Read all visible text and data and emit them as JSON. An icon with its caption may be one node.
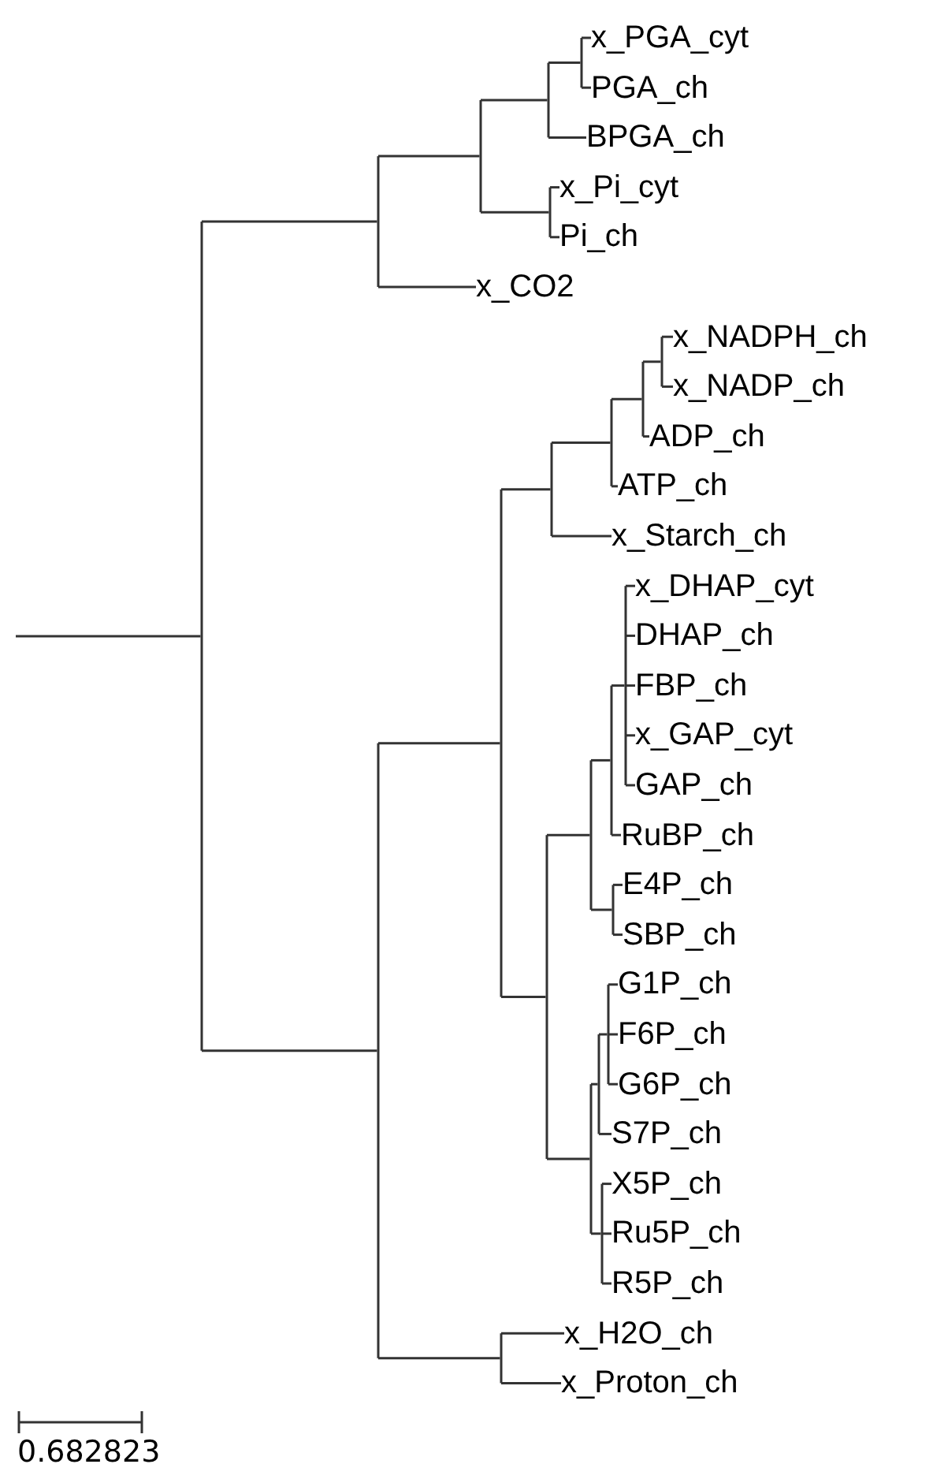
{
  "diagram": {
    "nodes": [
      {
        "text": [
          "x_PGA_cyt"
        ]
      },
      {
        "text": [
          "PGA_ch"
        ]
      },
      {
        "text": [
          "BPGA_ch"
        ]
      },
      {
        "text": [
          "x_Pi_cyt"
        ]
      },
      {
        "text": [
          "Pi_ch"
        ]
      },
      {
        "text": [
          "x_CO2"
        ]
      },
      {
        "text": [
          "x_NADPH_ch"
        ]
      },
      {
        "text": [
          "x_NADP_ch"
        ]
      },
      {
        "text": [
          "ADP_ch"
        ]
      },
      {
        "text": [
          "ATP_ch"
        ]
      },
      {
        "text": [
          "x_Starch_ch"
        ]
      },
      {
        "text": [
          "x_DHAP_cyt"
        ]
      },
      {
        "text": [
          "DHAP_ch"
        ]
      },
      {
        "text": [
          "FBP_ch"
        ]
      },
      {
        "text": [
          "x_GAP_cyt"
        ]
      },
      {
        "text": [
          "GAP_ch"
        ]
      },
      {
        "text": [
          "RuBP_ch"
        ]
      },
      {
        "text": [
          "E4P_ch"
        ]
      },
      {
        "text": [
          "SBP_ch"
        ]
      },
      {
        "text": [
          "G1P_ch"
        ]
      },
      {
        "text": [
          "F6P_ch"
        ]
      },
      {
        "text": [
          "G6P_ch"
        ]
      },
      {
        "text": [
          "S7P_ch"
        ]
      },
      {
        "text": [
          "X5P_ch"
        ]
      },
      {
        "text": [
          "Ru5P_ch"
        ]
      },
      {
        "text": [
          "R5P_ch"
        ]
      },
      {
        "text": [
          "x_H2O_ch"
        ]
      },
      {
        "text": [
          "x_Proton_ch"
        ]
      },
      {
        "text": [],
        "shape": "point"
      },
      {
        "text": [],
        "shape": "point"
      },
      {
        "text": [],
        "shape": "point"
      },
      {
        "text": [],
        "shape": "point"
      },
      {
        "text": [],
        "shape": "point"
      },
      {
        "text": [],
        "shape": "point"
      },
      {
        "text": [],
        "shape": "point"
      },
      {
        "text": [],
        "shape": "point"
      },
      {
        "text": [],
        "shape": "point"
      },
      {
        "text": [],
        "shape": "point"
      },
      {
        "text": [],
        "shape": "point"
      },
      {
        "text": [],
        "shape": "point"
      },
      {
        "text": [],
        "shape": "point"
      },
      {
        "text": [],
        "shape": "point"
      },
      {
        "text": [],
        "shape": "point"
      },
      {
        "text": [],
        "shape": "point"
      },
      {
        "text": [],
        "shape": "point"
      },
      {
        "text": [],
        "shape": "point"
      },
      {
        "text": [],
        "shape": "point"
      },
      {
        "text": [],
        "shape": "point"
      },
      {
        "text": [],
        "shape": "point"
      },
      {
        "text": [],
        "shape": "point"
      }
    ],
    "edges": [
      {
        "from": null,
        "to": 28,
        "arrow": "none"
      },
      {
        "from": 28,
        "to": 29,
        "arrow": "none"
      },
      {
        "from": 29,
        "to": 30,
        "arrow": "none"
      },
      {
        "from": 30,
        "to": 31,
        "arrow": "none"
      },
      {
        "from": 31,
        "to": 32,
        "arrow": "none"
      },
      {
        "from": 32,
        "to": 0,
        "arrow": "none"
      },
      {
        "from": 32,
        "to": 1,
        "arrow": "none"
      },
      {
        "from": 31,
        "to": 2,
        "arrow": "none"
      },
      {
        "from": 30,
        "to": 33,
        "arrow": "none"
      },
      {
        "from": 33,
        "to": 3,
        "arrow": "none"
      },
      {
        "from": 33,
        "to": 4,
        "arrow": "none"
      },
      {
        "from": 29,
        "to": 5,
        "arrow": "none"
      },
      {
        "from": 28,
        "to": 34,
        "arrow": "none"
      },
      {
        "from": 34,
        "to": 35,
        "arrow": "none"
      },
      {
        "from": 35,
        "to": 36,
        "arrow": "none"
      },
      {
        "from": 36,
        "to": 37,
        "arrow": "none"
      },
      {
        "from": 37,
        "to": 38,
        "arrow": "none"
      },
      {
        "from": 38,
        "to": 39,
        "arrow": "none"
      },
      {
        "from": 39,
        "to": 6,
        "arrow": "none"
      },
      {
        "from": 39,
        "to": 7,
        "arrow": "none"
      },
      {
        "from": 38,
        "to": 8,
        "arrow": "none"
      },
      {
        "from": 37,
        "to": 9,
        "arrow": "none"
      },
      {
        "from": 36,
        "to": 10,
        "arrow": "none"
      },
      {
        "from": 35,
        "to": 40,
        "arrow": "none"
      },
      {
        "from": 40,
        "to": 41,
        "arrow": "none"
      },
      {
        "from": 41,
        "to": 42,
        "arrow": "none"
      },
      {
        "from": 42,
        "to": 43,
        "arrow": "none"
      },
      {
        "from": 43,
        "to": 11,
        "arrow": "none"
      },
      {
        "from": 43,
        "to": 12,
        "arrow": "none"
      },
      {
        "from": 43,
        "to": 13,
        "arrow": "none"
      },
      {
        "from": 43,
        "to": 14,
        "arrow": "none"
      },
      {
        "from": 43,
        "to": 15,
        "arrow": "none"
      },
      {
        "from": 42,
        "to": 16,
        "arrow": "none"
      },
      {
        "from": 41,
        "to": 44,
        "arrow": "none"
      },
      {
        "from": 44,
        "to": 17,
        "arrow": "none"
      },
      {
        "from": 44,
        "to": 18,
        "arrow": "none"
      },
      {
        "from": 40,
        "to": 45,
        "arrow": "none"
      },
      {
        "from": 45,
        "to": 46,
        "arrow": "none"
      },
      {
        "from": 46,
        "to": 47,
        "arrow": "none"
      },
      {
        "from": 47,
        "to": 19,
        "arrow": "none"
      },
      {
        "from": 47,
        "to": 20,
        "arrow": "none"
      },
      {
        "from": 47,
        "to": 21,
        "arrow": "none"
      },
      {
        "from": 46,
        "to": 22,
        "arrow": "none"
      },
      {
        "from": 45,
        "to": 48,
        "arrow": "none"
      },
      {
        "from": 48,
        "to": 23,
        "arrow": "none"
      },
      {
        "from": 48,
        "to": 24,
        "arrow": "none"
      },
      {
        "from": 48,
        "to": 25,
        "arrow": "none"
      },
      {
        "from": 34,
        "to": 49,
        "arrow": "none"
      },
      {
        "from": 49,
        "to": 26,
        "arrow": "none"
      },
      {
        "from": 49,
        "to": 27,
        "arrow": "none"
      }
    ],
    "labels": [
      "0.682823"
    ]
  }
}
